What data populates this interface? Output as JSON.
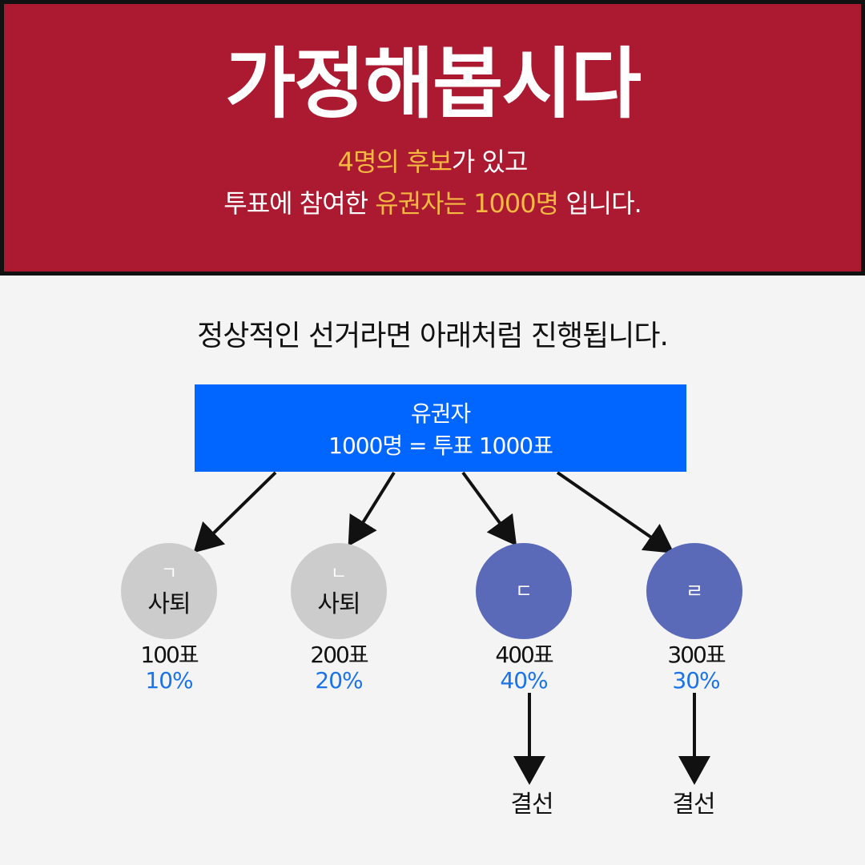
{
  "header": {
    "title": "가정해봅시다",
    "line1": {
      "highlight": "4명의 후보",
      "rest": "가 있고"
    },
    "line2": {
      "part1": "투표에 참여한 ",
      "highlight": "유권자는 1000명",
      "part2": " 입니다."
    }
  },
  "intro": "정상적인 선거라면 아래처럼 진행됩니다.",
  "voters": {
    "label": "유권자",
    "detail": "1000명 = 투표 1000표"
  },
  "candidates": [
    {
      "symbol": "ㄱ",
      "status": "사퇴",
      "votes": "100표",
      "percent": "10%"
    },
    {
      "symbol": "ㄴ",
      "status": "사퇴",
      "votes": "200표",
      "percent": "20%"
    },
    {
      "symbol": "ㄷ",
      "votes": "400표",
      "percent": "40%",
      "result": "결선"
    },
    {
      "symbol": "ㄹ",
      "votes": "300표",
      "percent": "30%",
      "result": "결선"
    }
  ],
  "colors": {
    "header_bg": "#ac1a31",
    "highlight": "#f5b942",
    "voter_box": "#0066ff",
    "withdrawn_node": "#cccccc",
    "runoff_node": "#5a6ab8",
    "percent_text": "#1a73e8"
  }
}
